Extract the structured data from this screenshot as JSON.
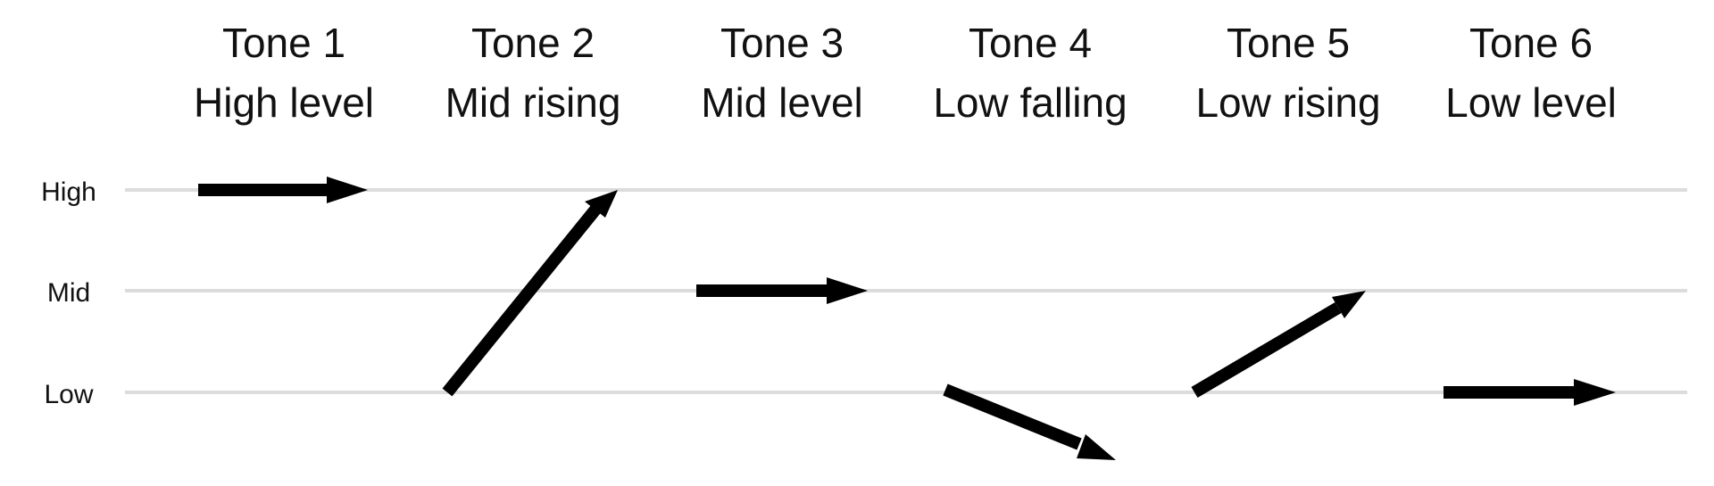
{
  "levels": [
    {
      "id": "high",
      "label": "High"
    },
    {
      "id": "mid",
      "label": "Mid"
    },
    {
      "id": "low",
      "label": "Low"
    }
  ],
  "tones": [
    {
      "name": "Tone 1",
      "description": "High level",
      "start": "high",
      "end": "high"
    },
    {
      "name": "Tone 2",
      "description": "Mid rising",
      "start": "low",
      "end": "high"
    },
    {
      "name": "Tone 3",
      "description": "Mid level",
      "start": "mid",
      "end": "mid"
    },
    {
      "name": "Tone 4",
      "description": "Low falling",
      "start": "low",
      "end": "below-low"
    },
    {
      "name": "Tone 5",
      "description": "Low rising",
      "start": "low",
      "end": "mid"
    },
    {
      "name": "Tone 6",
      "description": "Low level",
      "start": "low",
      "end": "low"
    }
  ],
  "colors": {
    "arrow": "#000000",
    "grid": "#dcdcdc",
    "text": "#111111"
  }
}
